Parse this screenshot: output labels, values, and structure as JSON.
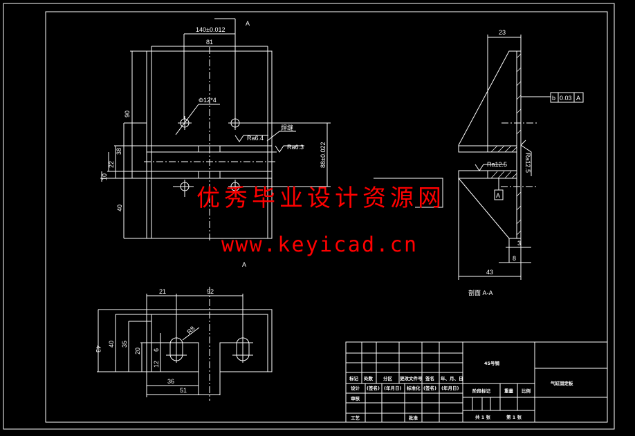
{
  "drawing": {
    "section_marker": "A",
    "section_title": "剖面  A-A",
    "top_view": {
      "dims": {
        "d140": "140±0.012",
        "d81": "81",
        "d90": "90",
        "d38": "38",
        "d22": "22",
        "d10": "10",
        "d40": "40",
        "d88": "88±0.022"
      },
      "hole_note": "Φ12*4",
      "weld_note": "焊缝",
      "rough1": "Ra6.4",
      "rough2": "Ra6.3"
    },
    "section_view": {
      "dims": {
        "d23": "23",
        "d43": "43",
        "d3": "3",
        "d8": "8"
      },
      "rough1": "Ra12.5",
      "rough2": "Ra12.5",
      "gdt": {
        "symbol": "b",
        "tolerance": "0.03",
        "datum": "A"
      },
      "datum_label": "A"
    },
    "bottom_view": {
      "dims": {
        "d21": "21",
        "d92": "92",
        "d43": "43",
        "d40": "40",
        "d35": "35",
        "d20": "20",
        "d6": "6",
        "d12": "12",
        "d36": "36",
        "d51": "51",
        "r8": "R8"
      }
    }
  },
  "title_block": {
    "material": "45号钢",
    "part_name": "气缸固定板",
    "headers": [
      "标记",
      "处数",
      "分区",
      "更改文件号",
      "签名",
      "年、月、日"
    ],
    "design_row": [
      "设计",
      "(签名)",
      "(年月日)",
      "标准化",
      "(签名)",
      "(年月日)"
    ],
    "review": "审核",
    "process": "工艺",
    "approve": "批准",
    "stage_mark": "阶段标记",
    "weight": "重量",
    "scale": "比例",
    "sheets": "共 1 张",
    "sheet_no": "第 1 张"
  },
  "watermark": {
    "cn": "优秀毕业设计资源网",
    "url": "www.keyicad.cn"
  }
}
